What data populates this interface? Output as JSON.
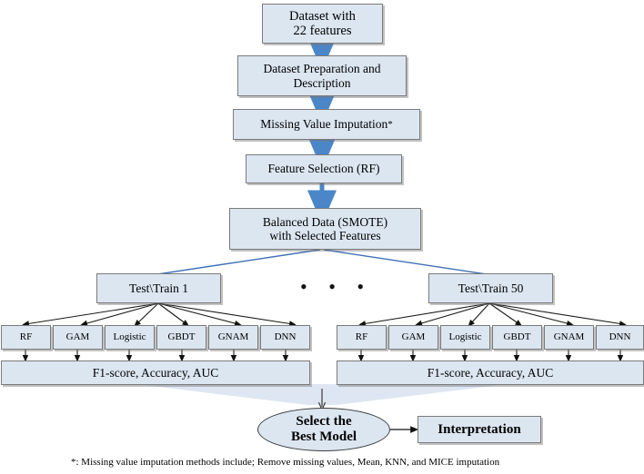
{
  "diagram": {
    "title_flow": "Machine learning pipeline flowchart",
    "accent_arrow_color": "#4a86c8",
    "node_fill": "#dce6f1",
    "node_border": "#7a7a7a",
    "funnel_fill": "#dbe5f1"
  },
  "nodes": {
    "dataset": "Dataset with\n22 features",
    "dataset_line1": "Dataset with",
    "dataset_line2": "22 features",
    "preparation_line1": "Dataset Preparation  and",
    "preparation_line2": "Description",
    "imputation": "Missing  Value Imputation",
    "imputation_marker": "*",
    "feature_selection": "Feature Selection (RF)",
    "balanced_line1": "Balanced  Data (SMOTE)",
    "balanced_line2": "with Selected  Features",
    "split_left": "Test\\Train 1",
    "split_right": "Test\\Train 50",
    "ellipsis": "• • •",
    "metrics_left": "F1-score, Accuracy, AUC",
    "metrics_right": "F1-score, Accuracy, AUC",
    "select_best_line1": "Select the",
    "select_best_line2": "Best Model",
    "interpretation": "Interpretation"
  },
  "models_left": [
    "RF",
    "GAM",
    "Logistic",
    "GBDT",
    "GNAM",
    "DNN"
  ],
  "models_right": [
    "RF",
    "GAM",
    "Logistic",
    "GBDT",
    "GNAM",
    "DNN"
  ],
  "footnote": "*: Missing value imputation methods include; Remove missing values, Mean, KNN, and MICE imputation"
}
